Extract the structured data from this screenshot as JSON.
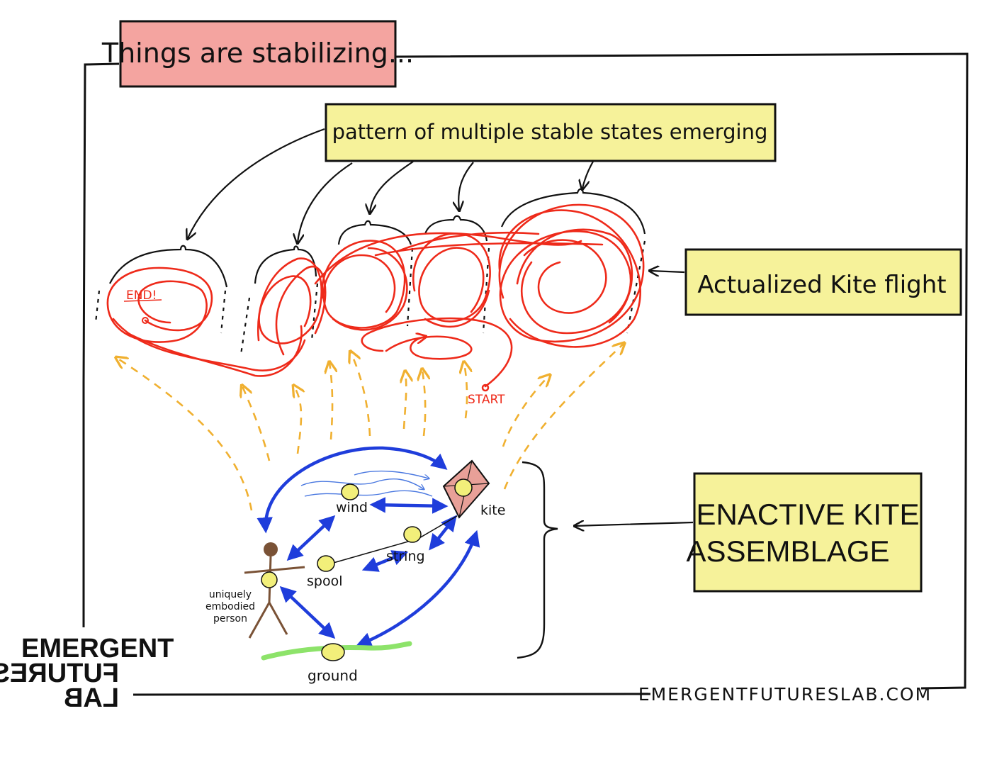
{
  "title_box": {
    "text": "Things are stabilizing...",
    "fill": "#f4a4a0"
  },
  "pattern_box": {
    "text": "pattern of multiple stable states emerging",
    "fill": "#f6f29a"
  },
  "actualized_box": {
    "text": "Actualized Kite flight",
    "fill": "#f6f29a"
  },
  "assemblage_box": {
    "line1": "ENACTIVE KITE",
    "line2": "ASSEMBLAGE",
    "fill": "#f6f29a"
  },
  "flight_labels": {
    "end": "END!",
    "start": "START"
  },
  "nodes": {
    "wind": "wind",
    "kite": "kite",
    "string": "string",
    "spool": "spool",
    "person_line1": "uniquely",
    "person_line2": "embodied",
    "person_line3": "person",
    "ground": "ground"
  },
  "logo": {
    "line1": "EMERGENT",
    "line2": "FUTURES",
    "line3": "LAB"
  },
  "website": "EMERGENTFUTURESLAB.COM",
  "colors": {
    "flight": "#ee2a1a",
    "relations": "#1f3ddb",
    "emergence": "#f0b030",
    "node": "#f2ef7a",
    "ground": "#8de36a",
    "kite": "#e8a098"
  }
}
